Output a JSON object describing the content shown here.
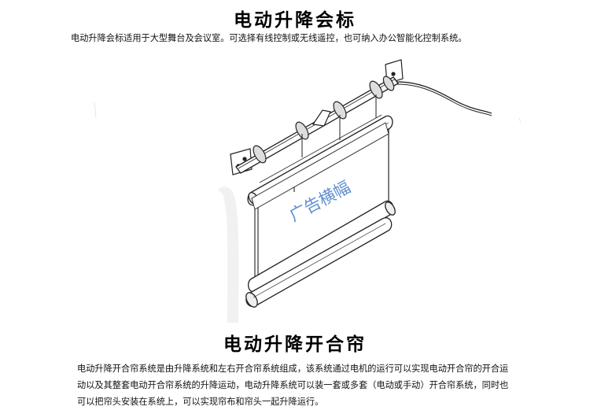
{
  "section1": {
    "title": "电动升降会标",
    "description": "电动升降会标适用于大型舞台及会议室。可选择有线控制或无线遥控，也可纳入办公智能化控制系统。"
  },
  "illustration": {
    "banner_text": "广告横幅",
    "banner_text_color": "#5f8fd0"
  },
  "section2": {
    "title": "电动升降开合帘",
    "lines": [
      "电动升降开合帘系统是由升降系统和左右开合帘系统组成，该系统通过电机的运行可以实现电动开合帘的开合运",
      "动以及其整套电动开合帘系统的升降运动，电动升降系统可以装一套或多套（电动或手动）开合帘系统，同时也",
      "可以把帘头安装在系统上，可以实现帘布和帘头一起升降运行。"
    ]
  }
}
